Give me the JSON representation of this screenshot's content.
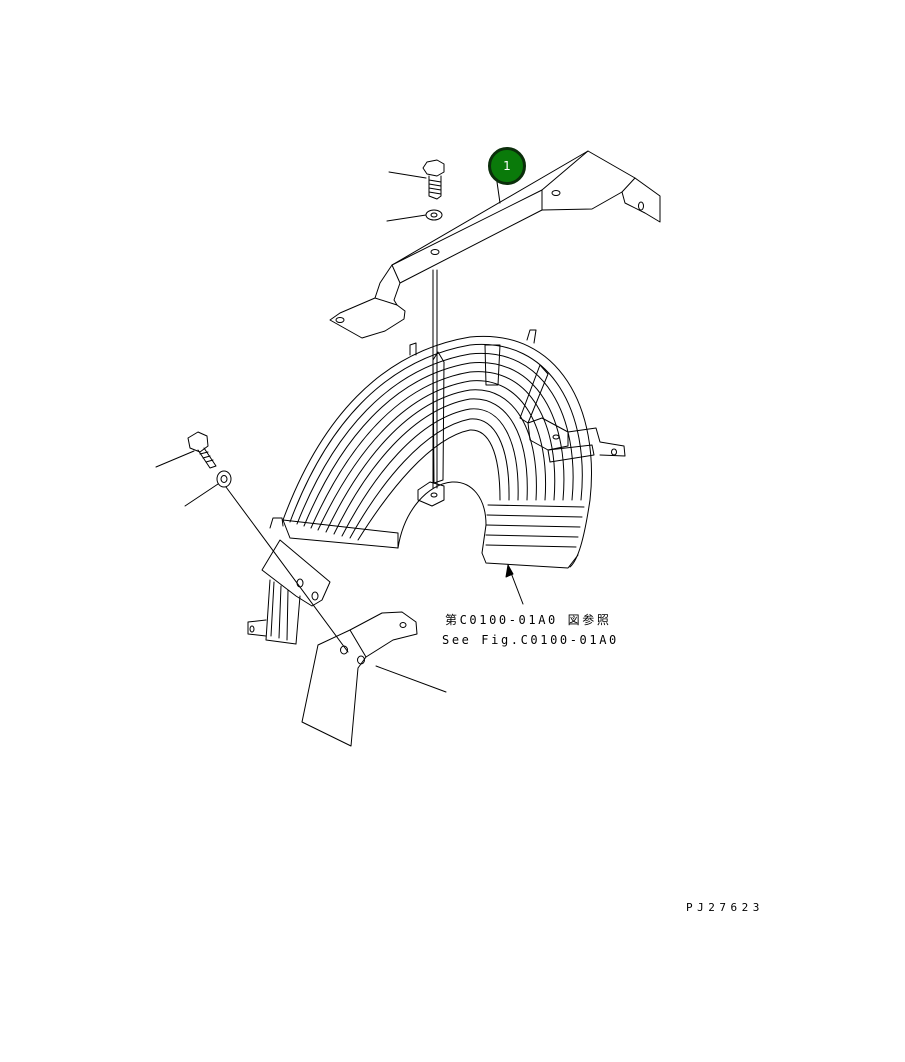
{
  "callouts": [
    {
      "number": "1",
      "color": "#0a7a0a",
      "ring_color": "#0b2e0b"
    }
  ],
  "reference": {
    "japanese": "第C0100-01A0 図参照",
    "english": "See Fig.C0100-01A0"
  },
  "drawing_code": "PJ27623",
  "line_color": "#000000",
  "background": "#ffffff"
}
